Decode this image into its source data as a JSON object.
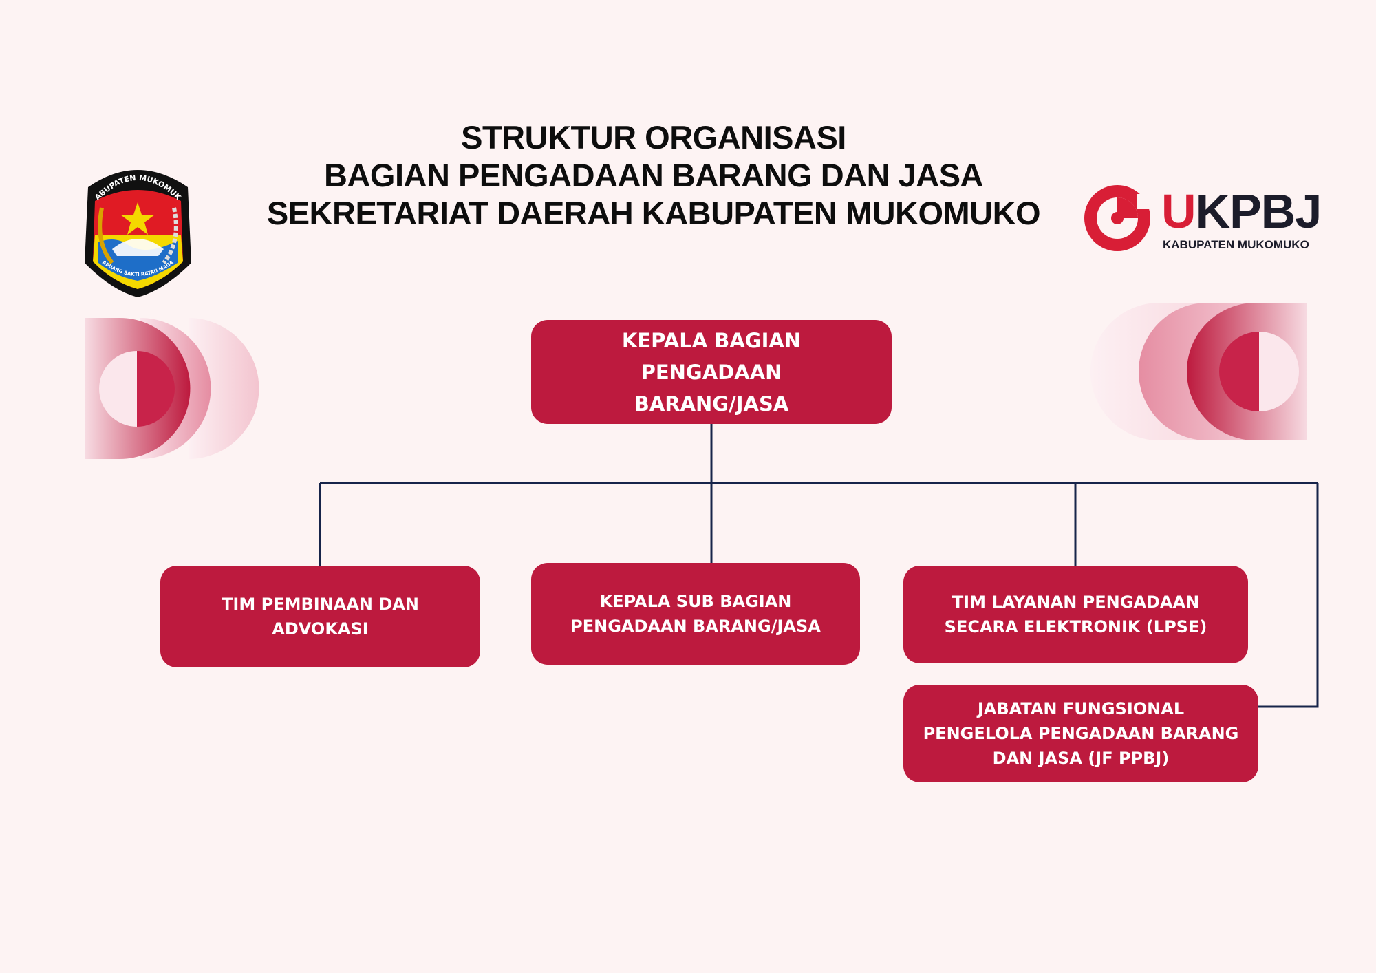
{
  "title": {
    "line1": "STRUKTUR ORGANISASI",
    "line2": "BAGIAN PENGADAAN BARANG DAN JASA",
    "line3": "SEKRETARIAT DAERAH KABUPATEN MUKOMUKO"
  },
  "logo_left": {
    "icon": "kabupaten-mukomuko-emblem",
    "top_text": "KABUPATEN MUKOMUKO",
    "motto": "KAPUANG SAKTI RATAU MAGAH"
  },
  "logo_right": {
    "icon": "ukpbj-logo",
    "brand_u": "U",
    "brand_rest": "KPBJ",
    "subtitle": "KABUPATEN MUKOMUKO"
  },
  "org": {
    "head": {
      "line1": "KEPALA BAGIAN PENGADAAN",
      "line2": "BARANG/JASA"
    },
    "tim_pembinaan": {
      "line1": "TIM PEMBINAAN DAN",
      "line2": "ADVOKASI"
    },
    "kasubbag": {
      "line1": "KEPALA SUB BAGIAN",
      "line2": "PENGADAAN BARANG/JASA"
    },
    "lpse": {
      "line1": "TIM LAYANAN PENGADAAN",
      "line2": "SECARA ELEKTRONIK (LPSE)"
    },
    "jf": {
      "line1": "JABATAN FUNGSIONAL",
      "line2": "PENGELOLA PENGADAAN BARANG",
      "line3": "DAN JASA (JF PPBJ)"
    }
  },
  "colors": {
    "box": "#bd1a3e",
    "connector": "#17244a",
    "background": "#fdf3f3",
    "accent": "#d81e36"
  }
}
